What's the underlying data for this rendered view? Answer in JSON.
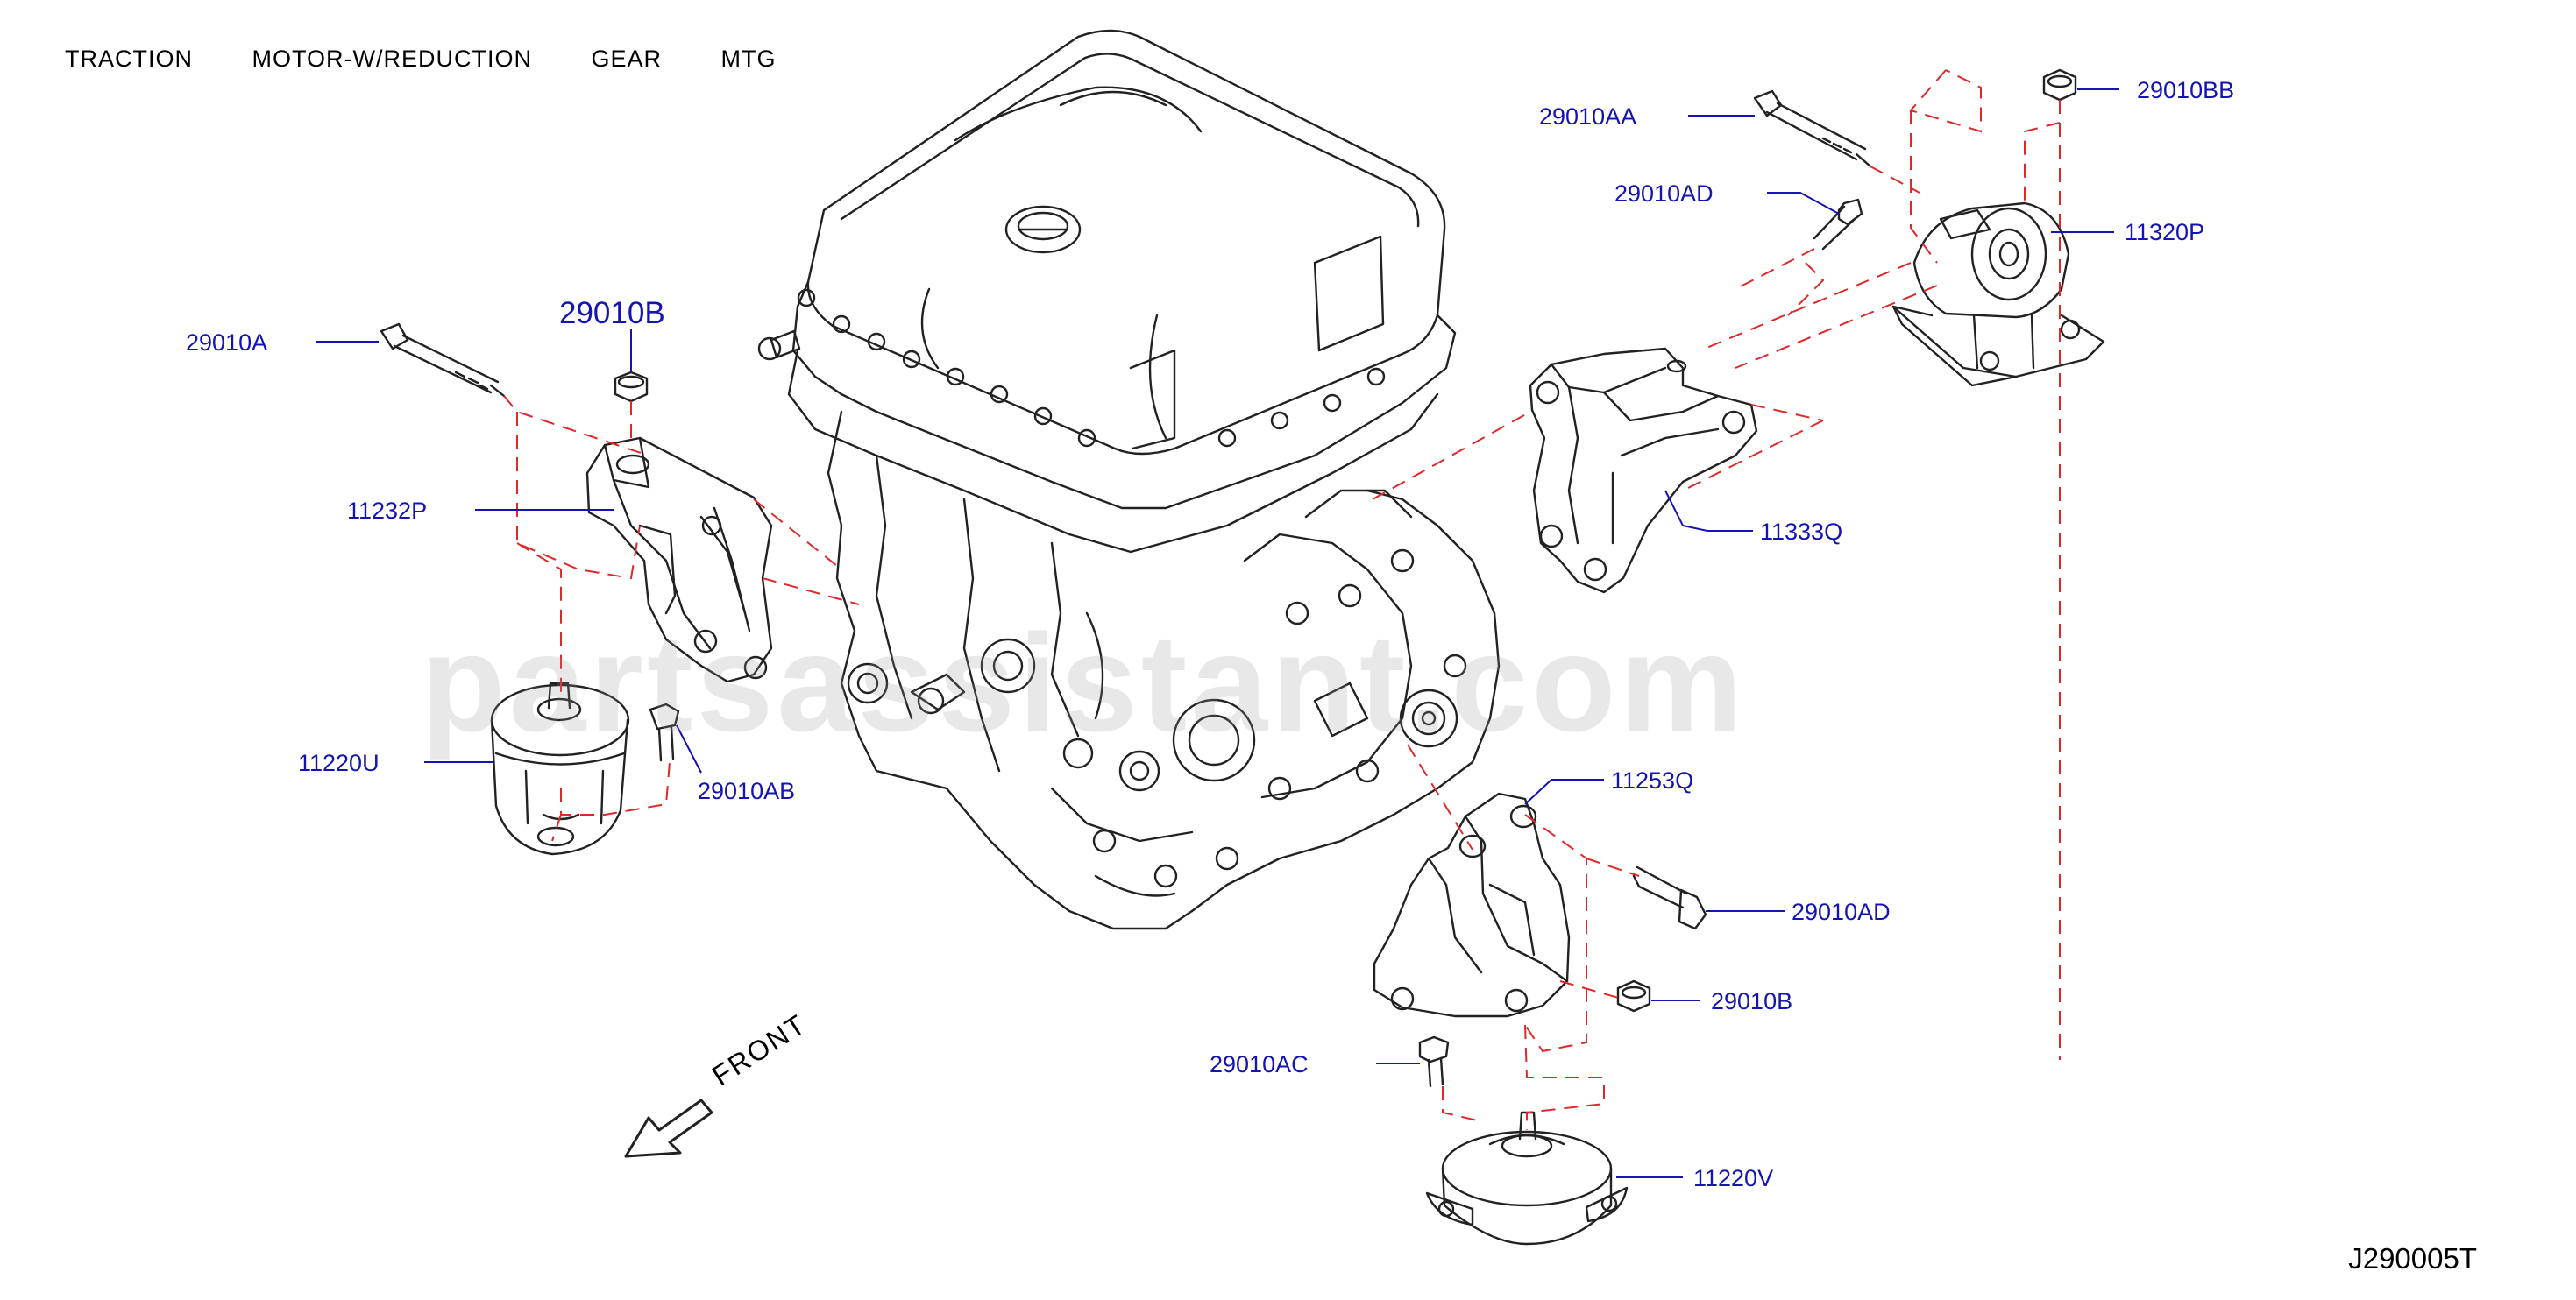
{
  "title": "TRACTION   MOTOR-W/REDUCTION   GEAR   MTG",
  "diagram_code": "J290005T",
  "watermark": "partsassistant.com",
  "front_label": "FRONT",
  "colors": {
    "callout_text": "#1414b4",
    "leader_line": "#1414b4",
    "dashed_line": "#e0282a",
    "drawing": "#222222"
  },
  "callouts": {
    "c29010A": "29010A",
    "c29010B_top": "29010B",
    "c11232P": "11232P",
    "c11220U": "11220U",
    "c29010AB": "29010AB",
    "c29010AA": "29010AA",
    "c29010BB": "29010BB",
    "c29010AD_top": "29010AD",
    "c11320P": "11320P",
    "c11333Q": "11333Q",
    "c11253Q": "11253Q",
    "c29010AD_bottom": "29010AD",
    "c29010B_bottom": "29010B",
    "c29010AC": "29010AC",
    "c11220V": "11220V"
  }
}
